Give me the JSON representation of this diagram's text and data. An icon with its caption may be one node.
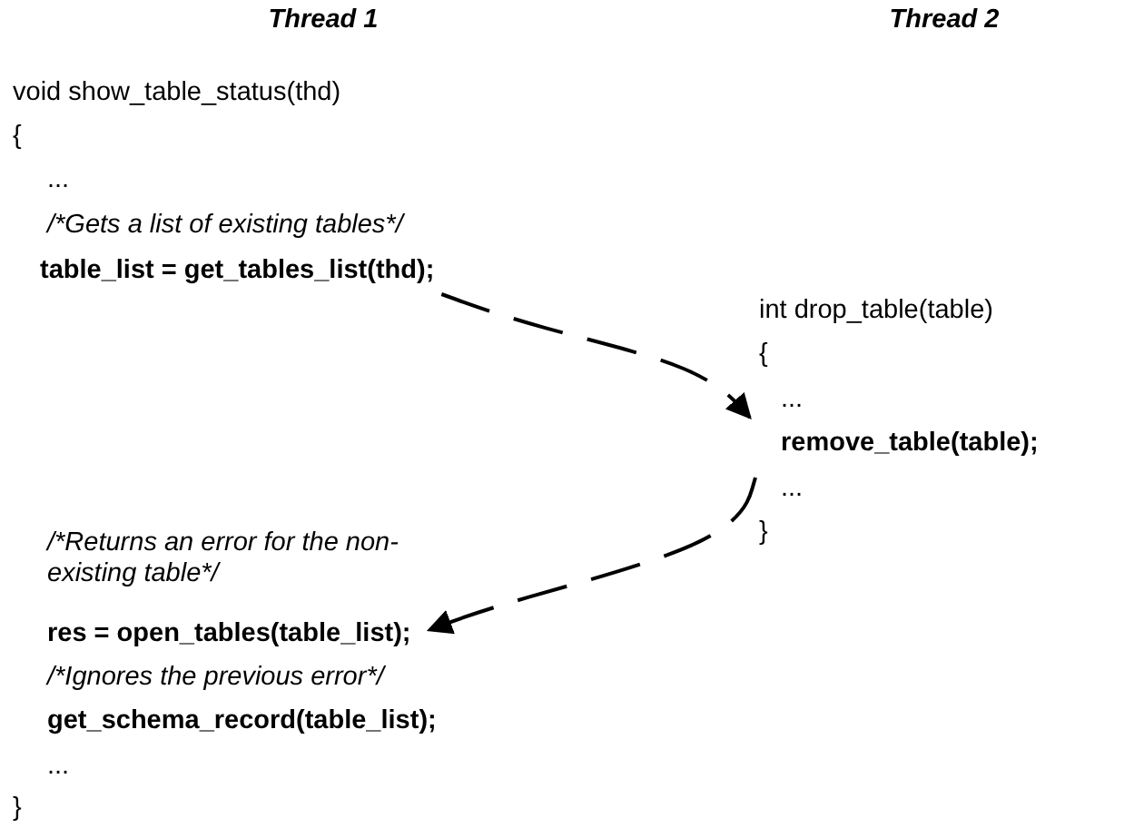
{
  "diagram": {
    "nodes": [
      {
        "text": [
          "table_list = get_tables_list(thd);"
        ]
      },
      {
        "text": [
          "remove_table(table);"
        ]
      },
      {
        "text": [
          "res = open_tables(table_list);"
        ]
      }
    ],
    "edges": [
      {
        "from": 0,
        "to": 1,
        "arrow": "to",
        "style": "dashed"
      },
      {
        "from": 1,
        "to": 2,
        "arrow": "to",
        "style": "dashed"
      }
    ],
    "labels": [
      "Thread 1",
      "Thread 2",
      "void show_table_status(thd)",
      "{",
      "...",
      "/*Gets a list of existing tables*/",
      "int drop_table(table)",
      "{",
      "...",
      "...",
      "}",
      "/*Returns an error for the non-existing table*/",
      "/*Ignores the previous error*/",
      "get_schema_record(table_list);",
      "...",
      "}"
    ]
  }
}
